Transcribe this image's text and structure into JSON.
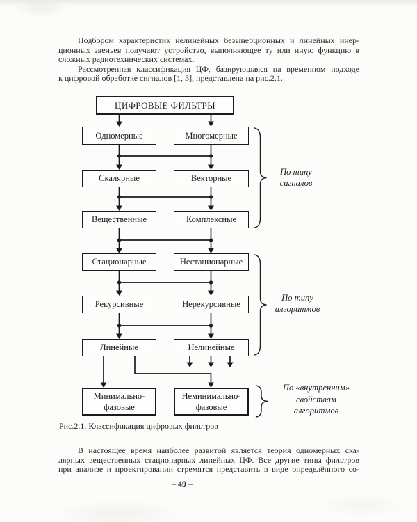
{
  "intro": {
    "lines": [
      "Подбором характеристик нелинейных безынерционных и линейных инер-",
      "ционных звеньев получают устройство, выполняющее ту или иную функцию в",
      "сложных радиотехнических системах.",
      "Рассмотренная классификация ЦФ, базирующаяся на временном подходе",
      "к цифровой обработке сигналов [1, 3], представлена на рис.2.1."
    ]
  },
  "figure": {
    "caption": "Рис.2.1. Классификация цифровых фильтров",
    "root": "ЦИФРОВЫЕ ФИЛЬТРЫ",
    "rows": [
      {
        "left": "Одномерные",
        "right": "Многомерные"
      },
      {
        "left": "Скалярные",
        "right": "Векторные"
      },
      {
        "left": "Вещественные",
        "right": "Комплексные"
      },
      {
        "left": "Стационарные",
        "right": "Нестационарные"
      },
      {
        "left": "Рекурсивные",
        "right": "Нерекурсивные"
      },
      {
        "left": "Линейные",
        "right": "Нелинейные"
      },
      {
        "left": "Минимально-фазовые",
        "right": "Неминимально-фазовые"
      }
    ],
    "group_labels": [
      {
        "lines": [
          "По типу",
          "сигналов",
          ""
        ]
      },
      {
        "lines": [
          "По типу",
          "алгоритмов",
          ""
        ]
      },
      {
        "lines": [
          "По «внутренним»",
          "свойствам",
          "алгоритмов"
        ]
      }
    ],
    "colors": {
      "ink": "#1b1b1b",
      "paper": "#fcfcfa"
    }
  },
  "outro": {
    "lines": [
      "В настоящее время наиболее развитой является теория одномерных ска-",
      "лярных вещественных стационарных линейных ЦФ. Все другие типы фильтров",
      "при анализе и проектировании стремятся представить в виде определённого со-"
    ]
  },
  "page": {
    "number": "– 49 –"
  }
}
